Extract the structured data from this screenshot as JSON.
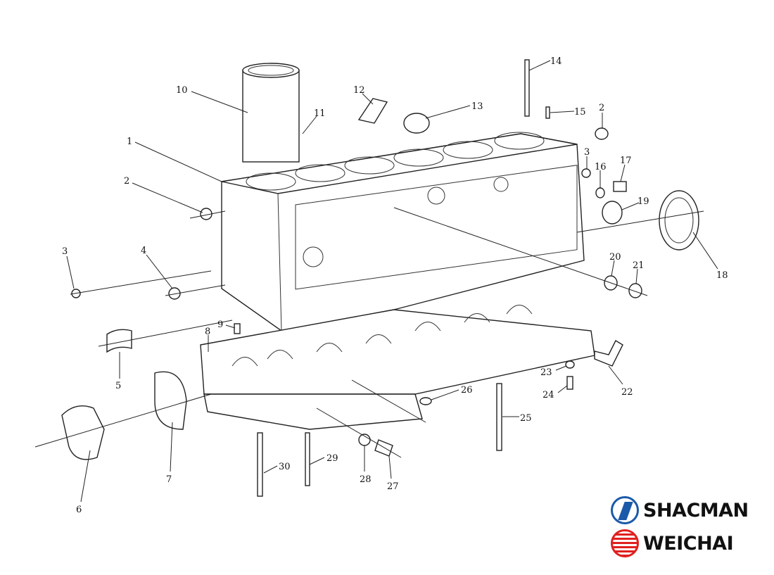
{
  "diagram": {
    "callouts": [
      "10",
      "11",
      "12",
      "13",
      "14",
      "15",
      "2",
      "1",
      "2",
      "3",
      "16",
      "17",
      "19",
      "18",
      "3",
      "4",
      "20",
      "21",
      "9",
      "8",
      "5",
      "22",
      "23",
      "24",
      "26",
      "25",
      "7",
      "6",
      "30",
      "29",
      "28",
      "27"
    ]
  },
  "logos": {
    "shacman": {
      "text": "SHACMAN",
      "color": "#1a5aa8"
    },
    "weichai": {
      "text": "WEICHAI",
      "color": "#e02020"
    }
  }
}
